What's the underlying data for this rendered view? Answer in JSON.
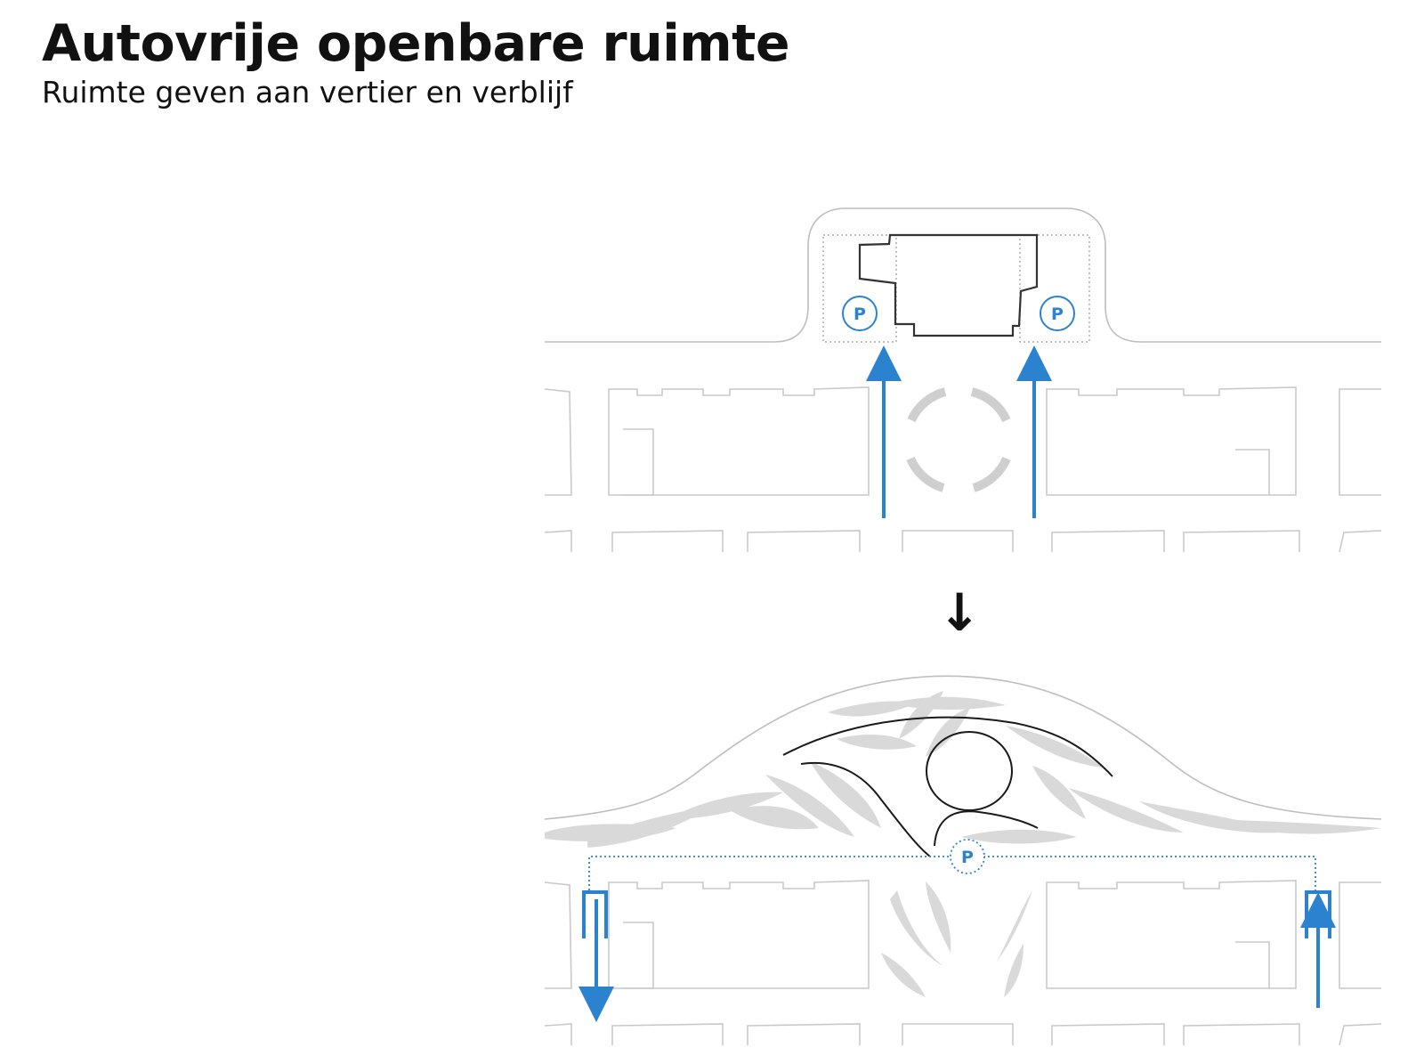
{
  "header": {
    "title": "Autovrije openbare ruimte",
    "subtitle": "Ruimte geven aan vertier en verblijf"
  },
  "diagram": {
    "parking_label": "P",
    "transition_arrow": "↓",
    "colors": {
      "accent": "#2b83cf",
      "block_outline": "#c9c9c9",
      "green_fill": "#d9d9d9",
      "building_outline": "#333333",
      "text": "#111111"
    }
  }
}
